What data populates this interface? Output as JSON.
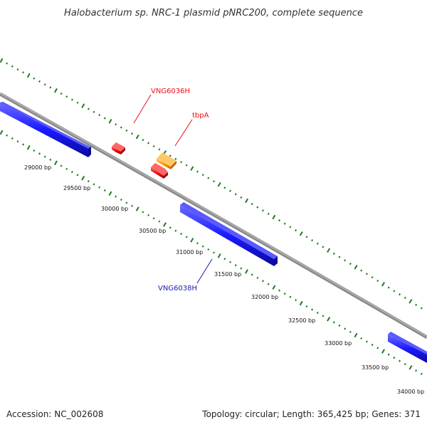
{
  "title": "Halobacterium sp. NRC-1 plasmid pNRC200, complete sequence",
  "footer": {
    "accession": "Accession: NC_002608",
    "topology": "Topology: circular; Length: 365,425 bp; Genes: 371"
  },
  "tick_labels": [
    "29000 bp",
    "29500 bp",
    "30000 bp",
    "30500 bp",
    "31000 bp",
    "31500 bp",
    "32000 bp",
    "32500 bp",
    "33000 bp",
    "33500 bp",
    "34000 bp"
  ],
  "genes": {
    "vng6036h": "VNG6036H",
    "tbpa": "tbpA",
    "vng6038h": "VNG6038H"
  },
  "colors": {
    "backbone": "#8a8a8a",
    "forward_gene": "#1a1aff",
    "reverse_gene": "#ee1111",
    "highlight_gene": "#ff9900",
    "ticks": "#1e7a1e",
    "red_label": "#e8101a",
    "blue_label": "#1a1ab8"
  }
}
